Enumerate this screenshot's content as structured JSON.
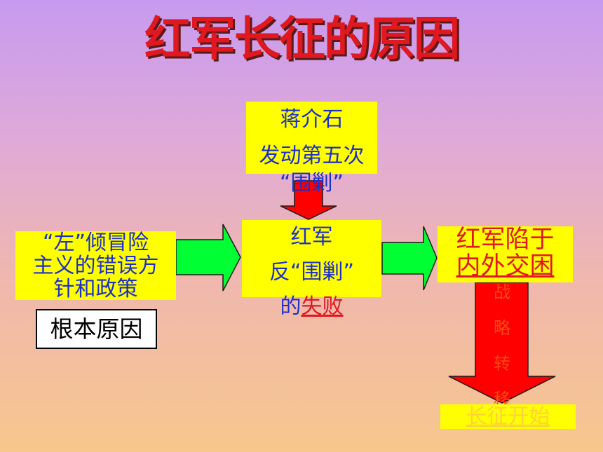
{
  "title": "红军长征的原因",
  "boxes": {
    "top": {
      "line1": "蒋介石",
      "line2": "发动第五次",
      "line3": "“围剿”"
    },
    "left": {
      "line1": "“左”倾冒险",
      "line2": "主义的错误方",
      "line3": "针和政策"
    },
    "root": "根本原因",
    "middle": {
      "line1": "红军",
      "line2": "反“围剿”",
      "line3a": "的",
      "line3b": "失败"
    },
    "right": {
      "line1": "红军陷于",
      "line2": "内外交困"
    },
    "vertical_label": [
      "战",
      "略",
      "转",
      "移"
    ],
    "bottom": "长征开始"
  },
  "colors": {
    "title": "#e0181f",
    "box_fill": "#ffff00",
    "text_blue": "#1c2fc9",
    "text_red": "#e0181f",
    "arrow_green": "#00ff33",
    "arrow_red": "#ff0000"
  }
}
